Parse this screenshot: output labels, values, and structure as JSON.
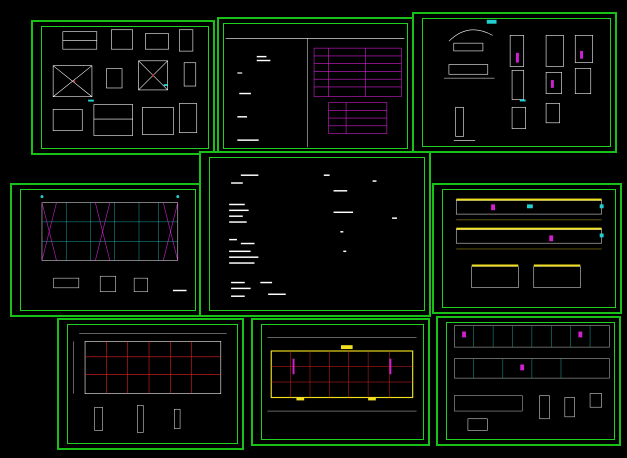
{
  "colors": {
    "background": "#000000",
    "sheet_border": "#18c018",
    "grid_red": "#e02020",
    "axis_yellow": "#f0e020",
    "bracing_magenta": "#d020d0",
    "line_white": "#ffffff",
    "cyan": "#20d0d0"
  },
  "sheets": [
    {
      "id": "foundation-details",
      "type": "details"
    },
    {
      "id": "drawing-index",
      "type": "index"
    },
    {
      "id": "section-details",
      "type": "details"
    },
    {
      "id": "roof-bracing-plan",
      "type": "plan-bracing"
    },
    {
      "id": "design-notes",
      "type": "notes"
    },
    {
      "id": "elevations",
      "type": "elevations"
    },
    {
      "id": "column-grid-plan",
      "type": "plan-red"
    },
    {
      "id": "floor-plan",
      "type": "plan-yellow"
    },
    {
      "id": "framing-sections",
      "type": "sections"
    }
  ]
}
